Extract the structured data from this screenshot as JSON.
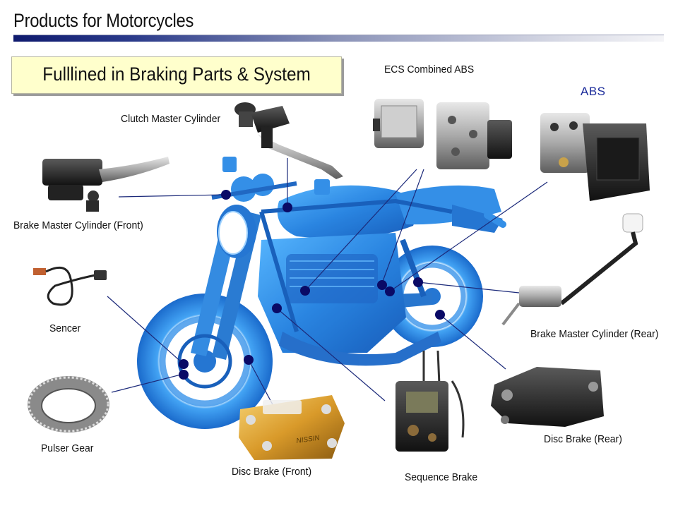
{
  "header": {
    "title": "Products for Motorcycles",
    "subtitle": "Fulllined in Braking Parts & System"
  },
  "colors": {
    "accent_navy": "#0f1a6e",
    "subtitle_bg": "#ffffcc",
    "callout_dot": "#0a0a66",
    "bike_blue": "#2b8fe6"
  },
  "parts": {
    "ecs_combined_abs": "ECS Combined  ABS",
    "abs": "ABS",
    "clutch_master_cylinder": "Clutch Master Cylinder",
    "brake_master_front": "Brake Master Cylinder (Front)",
    "sencer": "Sencer",
    "pulser_gear": "Pulser Gear",
    "disc_brake_front": "Disc Brake (Front)",
    "sequence_brake": "Sequence Brake",
    "disc_brake_rear": "Disc Brake (Rear)",
    "brake_master_rear": "Brake Master Cylinder (Rear)"
  },
  "logos": {
    "caliper_brand": "NISSIN"
  }
}
